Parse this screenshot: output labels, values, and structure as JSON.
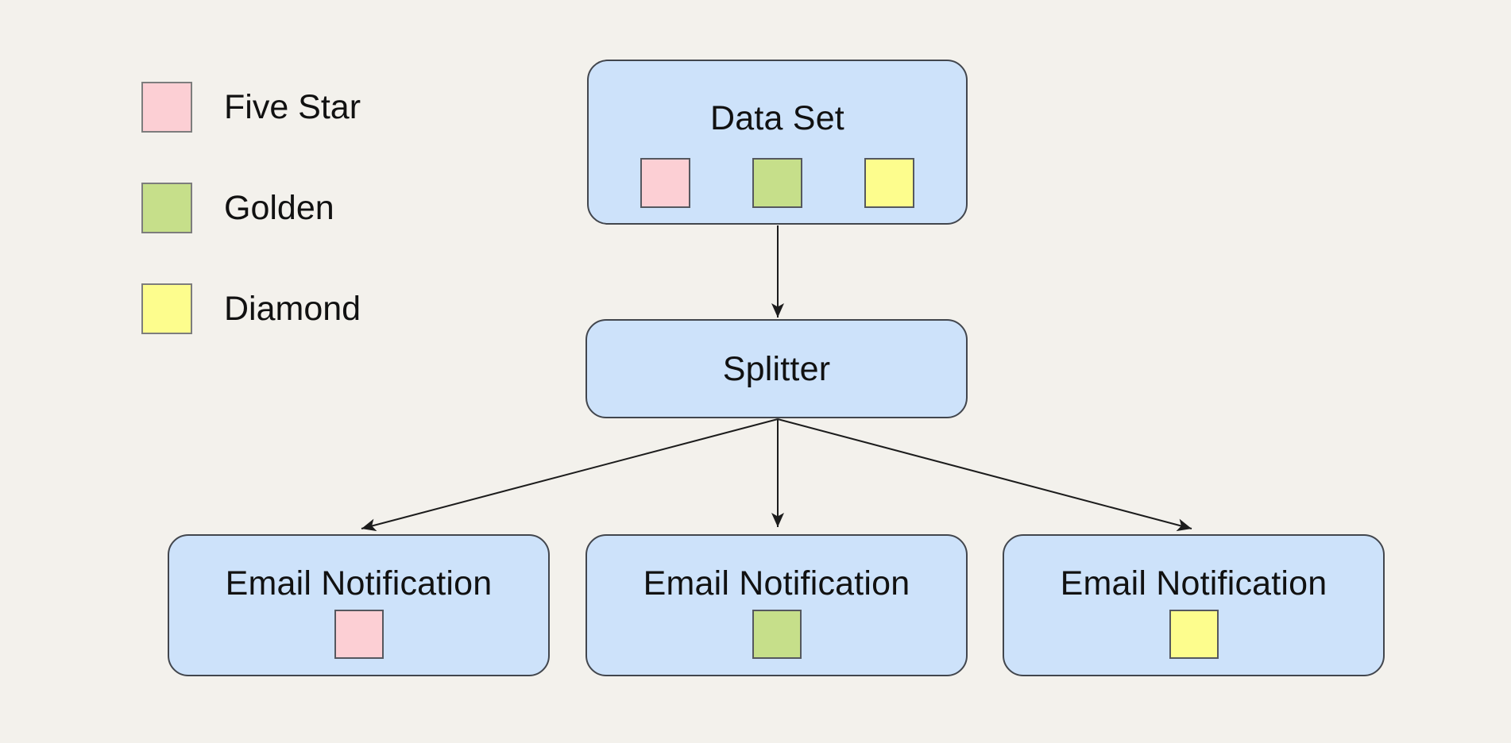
{
  "legend": {
    "items": [
      {
        "label": "Five Star",
        "color": "#fccfd4"
      },
      {
        "label": "Golden",
        "color": "#c6df8a"
      },
      {
        "label": "Diamond",
        "color": "#fdfd8d"
      }
    ]
  },
  "nodes": {
    "dataset": {
      "label": "Data Set",
      "chips": [
        "#fccfd4",
        "#c6df8a",
        "#fdfd8d"
      ]
    },
    "splitter": {
      "label": "Splitter"
    },
    "emails": [
      {
        "label": "Email Notification",
        "chip": "#fccfd4"
      },
      {
        "label": "Email Notification",
        "chip": "#c6df8a"
      },
      {
        "label": "Email Notification",
        "chip": "#fdfd8d"
      }
    ]
  },
  "style": {
    "background": "#f3f1ec",
    "node_fill": "#cde2fa",
    "node_border": "#42464d",
    "arrow_color": "#1c1c1c",
    "chip_border": "#55585f",
    "legend_swatch_border": "#7d7d7d",
    "text_color": "#111111"
  }
}
